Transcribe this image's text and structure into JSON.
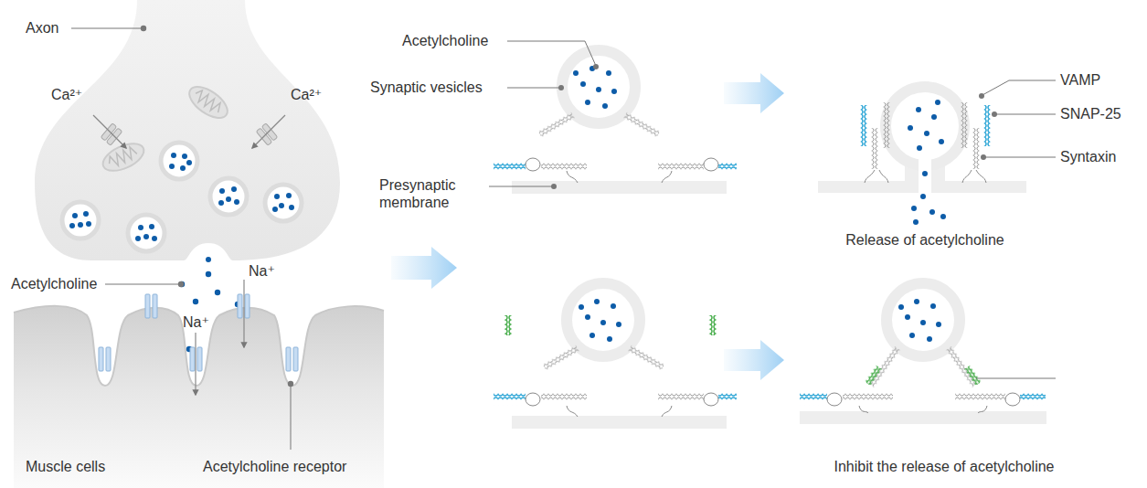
{
  "diagram": {
    "labels": [
      "Axon",
      "Acetylcholine",
      "VAMP",
      "Ca²⁺",
      "Synaptic vesicles",
      "Ca²⁺",
      "SNAP-25",
      "Syntaxin",
      "Presynaptic membrane",
      "Release of acetylcholine",
      "Acetylcholine",
      "Na⁺",
      "Na⁺",
      "Muscle cells",
      "Acetylcholine receptor",
      "Inhibit the release of acetylcholine"
    ]
  }
}
